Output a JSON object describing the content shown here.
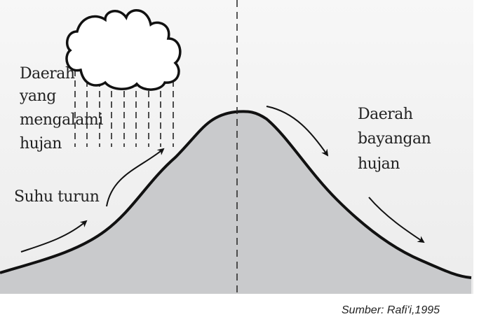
{
  "left_label": [
    "Daerah",
    "yang",
    "mengalami",
    "hujan"
  ],
  "temperature_label": "Suhu turun",
  "right_label": [
    "Daerah",
    "bayangan",
    "hujan"
  ],
  "source": "Sumber: Rafi'i,1995",
  "colors": {
    "mountain": "#c9cacc",
    "sky": "#f2f2f2",
    "outline": "#111111"
  },
  "icons": [
    "cloud-icon",
    "rain-icon",
    "wind-arrow-icon"
  ]
}
